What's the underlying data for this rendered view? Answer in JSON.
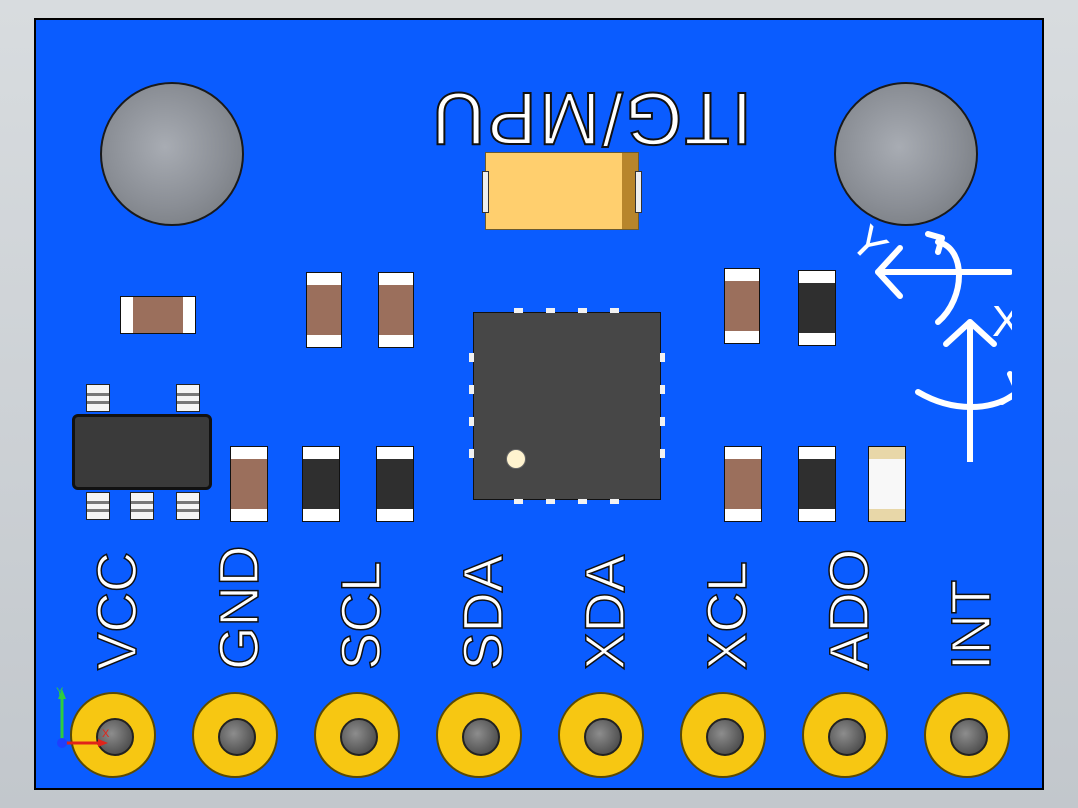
{
  "board": {
    "title": "ITG/MPU",
    "pins": [
      {
        "label": "VCC"
      },
      {
        "label": "GND"
      },
      {
        "label": "SCL"
      },
      {
        "label": "SDA"
      },
      {
        "label": "XDA"
      },
      {
        "label": "XCL"
      },
      {
        "label": "ADO"
      },
      {
        "label": "INT"
      }
    ],
    "axis_labels": {
      "y": "Y",
      "x": "X"
    },
    "colors": {
      "pcb": "#0a5cff",
      "pad": "#f7c712",
      "chip": "#474747",
      "tantalum": "#ffcf6e",
      "resistor": "#9b6f5c",
      "capacitor": "#2f2f2f"
    }
  },
  "view_triad": {
    "y": "Y",
    "x": "X"
  }
}
